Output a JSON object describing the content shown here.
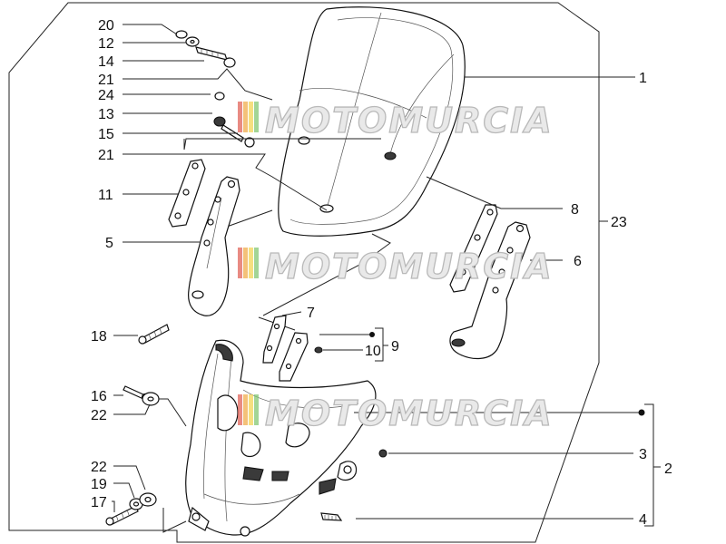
{
  "diagram": {
    "callouts": [
      {
        "id": "c20",
        "text": "20"
      },
      {
        "id": "c12",
        "text": "12"
      },
      {
        "id": "c14",
        "text": "14"
      },
      {
        "id": "c21a",
        "text": "21"
      },
      {
        "id": "c24",
        "text": "24"
      },
      {
        "id": "c13",
        "text": "13"
      },
      {
        "id": "c15",
        "text": "15"
      },
      {
        "id": "c21b",
        "text": "21"
      },
      {
        "id": "c11",
        "text": "11"
      },
      {
        "id": "c5",
        "text": "5"
      },
      {
        "id": "c18",
        "text": "18"
      },
      {
        "id": "c16",
        "text": "16"
      },
      {
        "id": "c22a",
        "text": "22"
      },
      {
        "id": "c22b",
        "text": "22"
      },
      {
        "id": "c19",
        "text": "19"
      },
      {
        "id": "c17",
        "text": "17"
      },
      {
        "id": "c1",
        "text": "1"
      },
      {
        "id": "c8",
        "text": "8"
      },
      {
        "id": "c23",
        "text": "23"
      },
      {
        "id": "c6",
        "text": "6"
      },
      {
        "id": "c7",
        "text": "7"
      },
      {
        "id": "c10",
        "text": "10"
      },
      {
        "id": "c9",
        "text": "9"
      },
      {
        "id": "c3",
        "text": "3"
      },
      {
        "id": "c2",
        "text": "2"
      },
      {
        "id": "c4",
        "text": "4"
      }
    ],
    "watermarks": [
      "MOTOMURCIA",
      "MOTOMURCIA",
      "MOTOMURCIA"
    ],
    "colors": {
      "line": "#222222",
      "watermark_fill": "#e9e9e9",
      "watermark_stroke": "#b9b9b9",
      "logo_red": "#e05a4e",
      "logo_orange": "#f0a640",
      "logo_yellow": "#f2d24a",
      "logo_green": "#7cc36a"
    }
  }
}
